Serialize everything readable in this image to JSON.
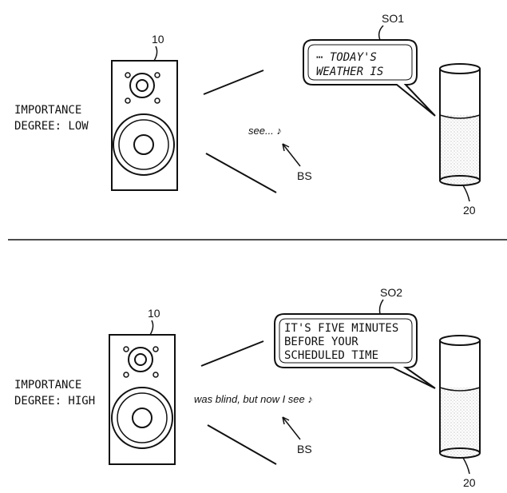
{
  "top_panel": {
    "speaker_ref": "10",
    "importance_line1": "IMPORTANCE",
    "importance_line2": "DEGREE: LOW",
    "music_text": "see... ♪",
    "bs_label": "BS",
    "bubble_ref": "SO1",
    "bubble_line1": "⋯ TODAY'S",
    "bubble_line2": "WEATHER IS",
    "cylinder_ref": "20",
    "fill_fraction": 0.55
  },
  "bottom_panel": {
    "speaker_ref": "10",
    "importance_line1": "IMPORTANCE",
    "importance_line2": "DEGREE: HIGH",
    "music_text": "was blind, but now I see ♪",
    "bs_label": "BS",
    "bubble_ref": "SO2",
    "bubble_line1": "IT'S FIVE MINUTES",
    "bubble_line2": "BEFORE YOUR",
    "bubble_line3": "SCHEDULED TIME",
    "cylinder_ref": "20",
    "fill_fraction": 0.55
  },
  "colors": {
    "ink": "#111111",
    "background": "#ffffff",
    "stipple": "#9a9a9a"
  }
}
